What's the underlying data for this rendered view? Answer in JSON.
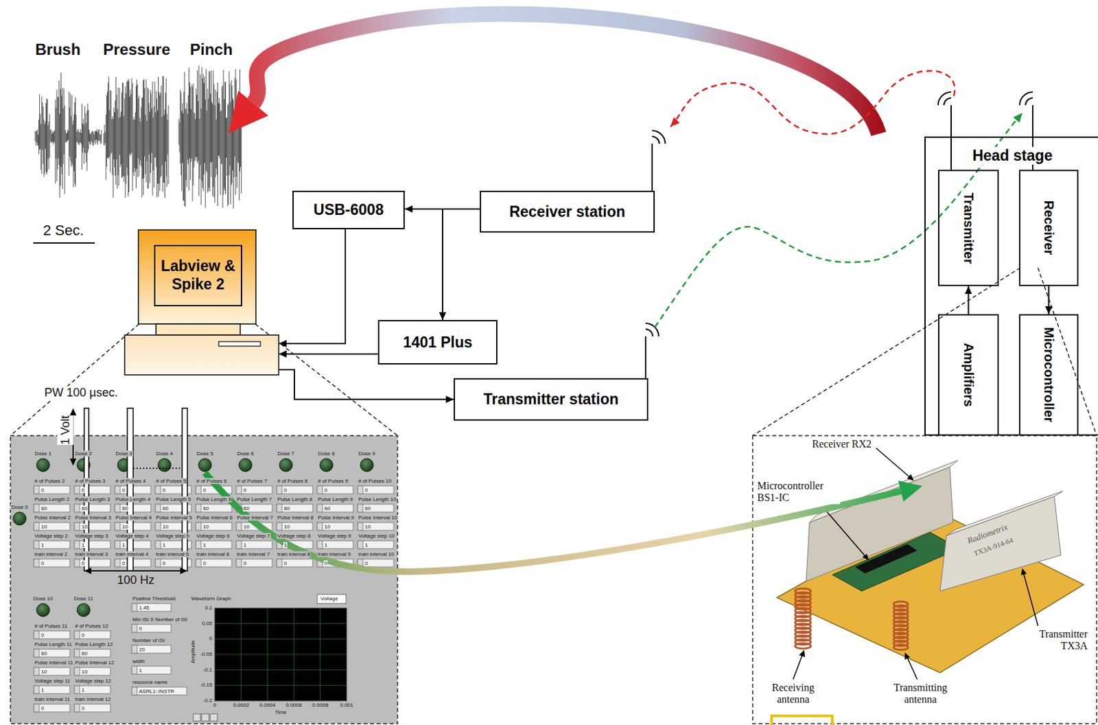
{
  "diagram": {
    "nodes": [
      {
        "text": [
          "Labview & Spike 2"
        ]
      },
      {
        "text": [
          "USB-6008"
        ]
      },
      {
        "text": [
          "Receiver station"
        ]
      },
      {
        "text": [
          "1401 Plus"
        ]
      },
      {
        "text": [
          "Transmitter station"
        ]
      },
      {
        "text": [
          "Head stage"
        ]
      },
      {
        "text": [
          "Transmitter"
        ],
        "in": 5
      },
      {
        "text": [
          "Receiver"
        ],
        "in": 5
      },
      {
        "text": [
          "Amplifiers"
        ],
        "in": 5
      },
      {
        "text": [
          "Microcontroller"
        ],
        "in": 5
      }
    ],
    "edges": [
      {
        "from": 2,
        "to": 1,
        "arrow": "to"
      },
      {
        "from": 2,
        "to": 3,
        "arrow": "to"
      },
      {
        "from": 1,
        "to": 0,
        "arrow": "to"
      },
      {
        "from": 3,
        "to": 0,
        "arrow": "to"
      },
      {
        "from": 0,
        "to": 4,
        "arrow": "to"
      },
      {
        "from": 4,
        "to": 7,
        "arrow": "to"
      },
      {
        "from": 6,
        "to": 2,
        "arrow": "to"
      },
      {
        "from": 8,
        "to": 6,
        "arrow": "to"
      },
      {
        "from": 7,
        "to": 9,
        "arrow": "to"
      }
    ],
    "labels": [
      "Brush",
      "Pressure",
      "Pinch",
      "2 Sec.",
      "PW 100 µsec.",
      "1 Volt",
      "100 Hz",
      "Receiver RX2",
      "Microcontroller BS1-IC",
      "Transmitter TX3A",
      "Receiving antenna",
      "Transmitting antenna",
      "Radiometrix",
      "TX3A-914-64",
      "Dose 1",
      "# of Pulses 2",
      "0",
      "Pulse Length 2",
      "60",
      "Pulse Interval 2",
      "10",
      "Voltage step 2",
      "1",
      "train interval 2",
      "0",
      "Dose 2",
      "# of Pulses 3",
      "0",
      "Pulse Length 3",
      "60",
      "Pulse Interval 3",
      "10",
      "Voltage step 3",
      "1",
      "train interval 3",
      "0",
      "Dose 3",
      "# of Pulses 4",
      "0",
      "Pulse Length 4",
      "60",
      "Pulse Interval 4",
      "10",
      "Voltage step 4",
      "1",
      "train interval 4",
      "0",
      "Dose 4",
      "# of Pulses 5",
      "0",
      "Pulse Length 5",
      "60",
      "Pulse Interval 5",
      "10",
      "Voltage step 5",
      "1",
      "train interval 5",
      "0",
      "Dose 5",
      "# of Pulses 6",
      "0",
      "Pulse Length 6",
      "60",
      "Pulse Interval 6",
      "10",
      "Voltage step 6",
      "1",
      "train interval 6",
      "0",
      "Dose 6",
      "# of Pulses 7",
      "0",
      "Pulse Length 7",
      "60",
      "Pulse Interval 7",
      "10",
      "Voltage step 7",
      "1",
      "train interval 7",
      "0",
      "Dose 7",
      "# of Pulses 8",
      "0",
      "Pulse Length 8",
      "60",
      "Pulse Interval 8",
      "10",
      "Voltage step 8",
      "1",
      "train interval 8",
      "0",
      "Dose 8",
      "# of Pulses 9",
      "0",
      "Pulse Length 9",
      "60",
      "Pulse Interval 9",
      "10",
      "Voltage step 9",
      "1",
      "train interval 9",
      "0",
      "Dose 9",
      "# of Pulses 10",
      "0",
      "Pulse Length 10",
      "60",
      "Pulse Interval 10",
      "10",
      "Voltage step 10",
      "1",
      "train interval 10",
      "0",
      "Dose 0",
      "Dose 10",
      "# of Pulses 11",
      "0",
      "Pulse Length 11",
      "60",
      "Pulse Interval 11",
      "10",
      "Voltage step 11",
      "1",
      "train interval 11",
      "0",
      "Dose 11",
      "# of Pulses 12",
      "0",
      "Pulse Length 12",
      "60",
      "Pulse Interval 12",
      "10",
      "Voltage step 12",
      "1",
      "train interval 12",
      "0",
      "Positive Threshold",
      "1.45",
      "Min ISI X Number of ISI",
      "0",
      "Number of ISI",
      "20",
      "width",
      "1",
      "resource name",
      "ASRL1::INSTR",
      "Waveform Graph",
      "Voltage",
      "Amplitude",
      "Time",
      "0.1",
      "0.05",
      "0",
      "-0.05",
      "-0.1",
      "-0.15",
      "-0.2",
      "0",
      "0.0002",
      "0.0004",
      "0.0006",
      "0.0008",
      "0.001"
    ]
  }
}
